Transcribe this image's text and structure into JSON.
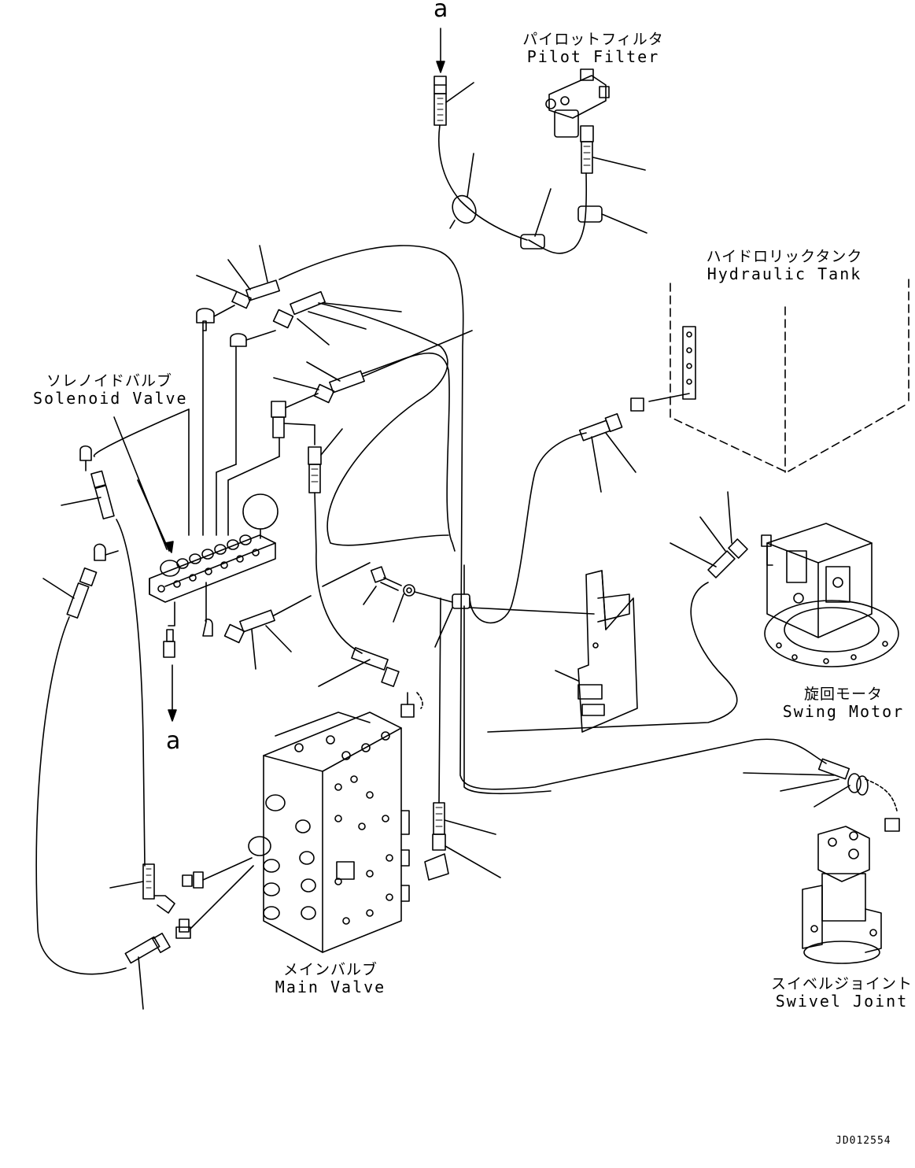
{
  "markers": {
    "top": "a",
    "bottom": "a"
  },
  "labels": {
    "pilot_filter": {
      "jp": "パイロットフィルタ",
      "en": "Pilot Filter"
    },
    "hydraulic_tank": {
      "jp": "ハイドロリックタンク",
      "en": "Hydraulic Tank"
    },
    "solenoid_valve": {
      "jp": "ソレノイドバルブ",
      "en": "Solenoid Valve"
    },
    "swing_motor": {
      "jp": "旋回モータ",
      "en": "Swing Motor"
    },
    "main_valve": {
      "jp": "メインバルブ",
      "en": "Main Valve"
    },
    "swivel_joint": {
      "jp": "スイベルジョイント",
      "en": "Swivel Joint"
    }
  },
  "drawing_code": "JD012554"
}
